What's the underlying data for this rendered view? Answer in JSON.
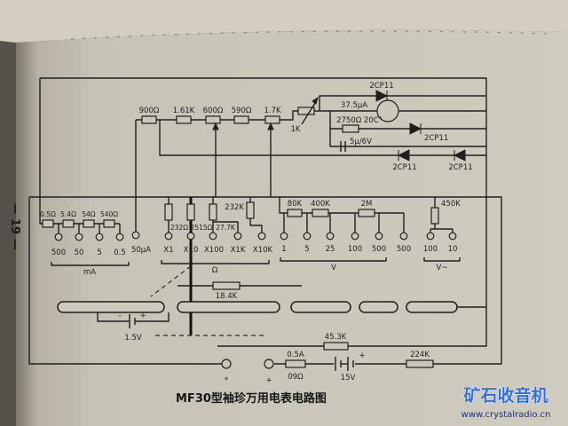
{
  "page_number": "— 19 —",
  "caption": "MF30型袖珍万用电表电路图",
  "watermark": {
    "logo_text": "矿石收音机",
    "url": "www.crystalradio.cn"
  },
  "schematic": {
    "top_diode": "2CP11",
    "series_resistors": [
      "900Ω",
      "1.61K",
      "600Ω",
      "590Ω",
      "1.7K"
    ],
    "potentiometer": "1K",
    "meter": {
      "current": "37.5μA",
      "resistance": "2750Ω 20C°",
      "capacitor": "5μ/6V",
      "diode": "2CP11"
    },
    "rectifier_diodes": [
      "2CP11",
      "2CP11"
    ],
    "ma_shunts": [
      "0.5Ω",
      "5.4Ω",
      "54Ω",
      "540Ω"
    ],
    "ma_ranges": [
      "500",
      "50",
      "5",
      "0.5"
    ],
    "ma_unit": "mA",
    "ua_range": "50μA",
    "ohm_resistors": [
      "232Ω",
      "2515Ω",
      "27.7K"
    ],
    "ohm_series_resistor": "232K",
    "ohm_ranges": [
      "X1",
      "X10",
      "X100",
      "X1K",
      "X10K"
    ],
    "ohm_unit": "Ω",
    "dcv_resistors": [
      "80K",
      "400K",
      "2M"
    ],
    "dcv_ranges": [
      "1",
      "5",
      "25",
      "100",
      "500",
      "500"
    ],
    "dcv_unit": "V",
    "acv_resistor": "450K",
    "acv_ranges": [
      "100",
      "10"
    ],
    "acv_unit": "V~",
    "switch_resistor": "18.4K",
    "small_battery": {
      "voltage": "1.5V",
      "negative": "-",
      "positive": "+"
    },
    "resistor_45k3": "45.3K",
    "terminals": [
      "*",
      "+"
    ],
    "fuse": {
      "rating": "0.5A",
      "resistance": "09Ω"
    },
    "large_battery": {
      "voltage": "15V",
      "positive": "+"
    },
    "resistor_224k": "224K"
  }
}
